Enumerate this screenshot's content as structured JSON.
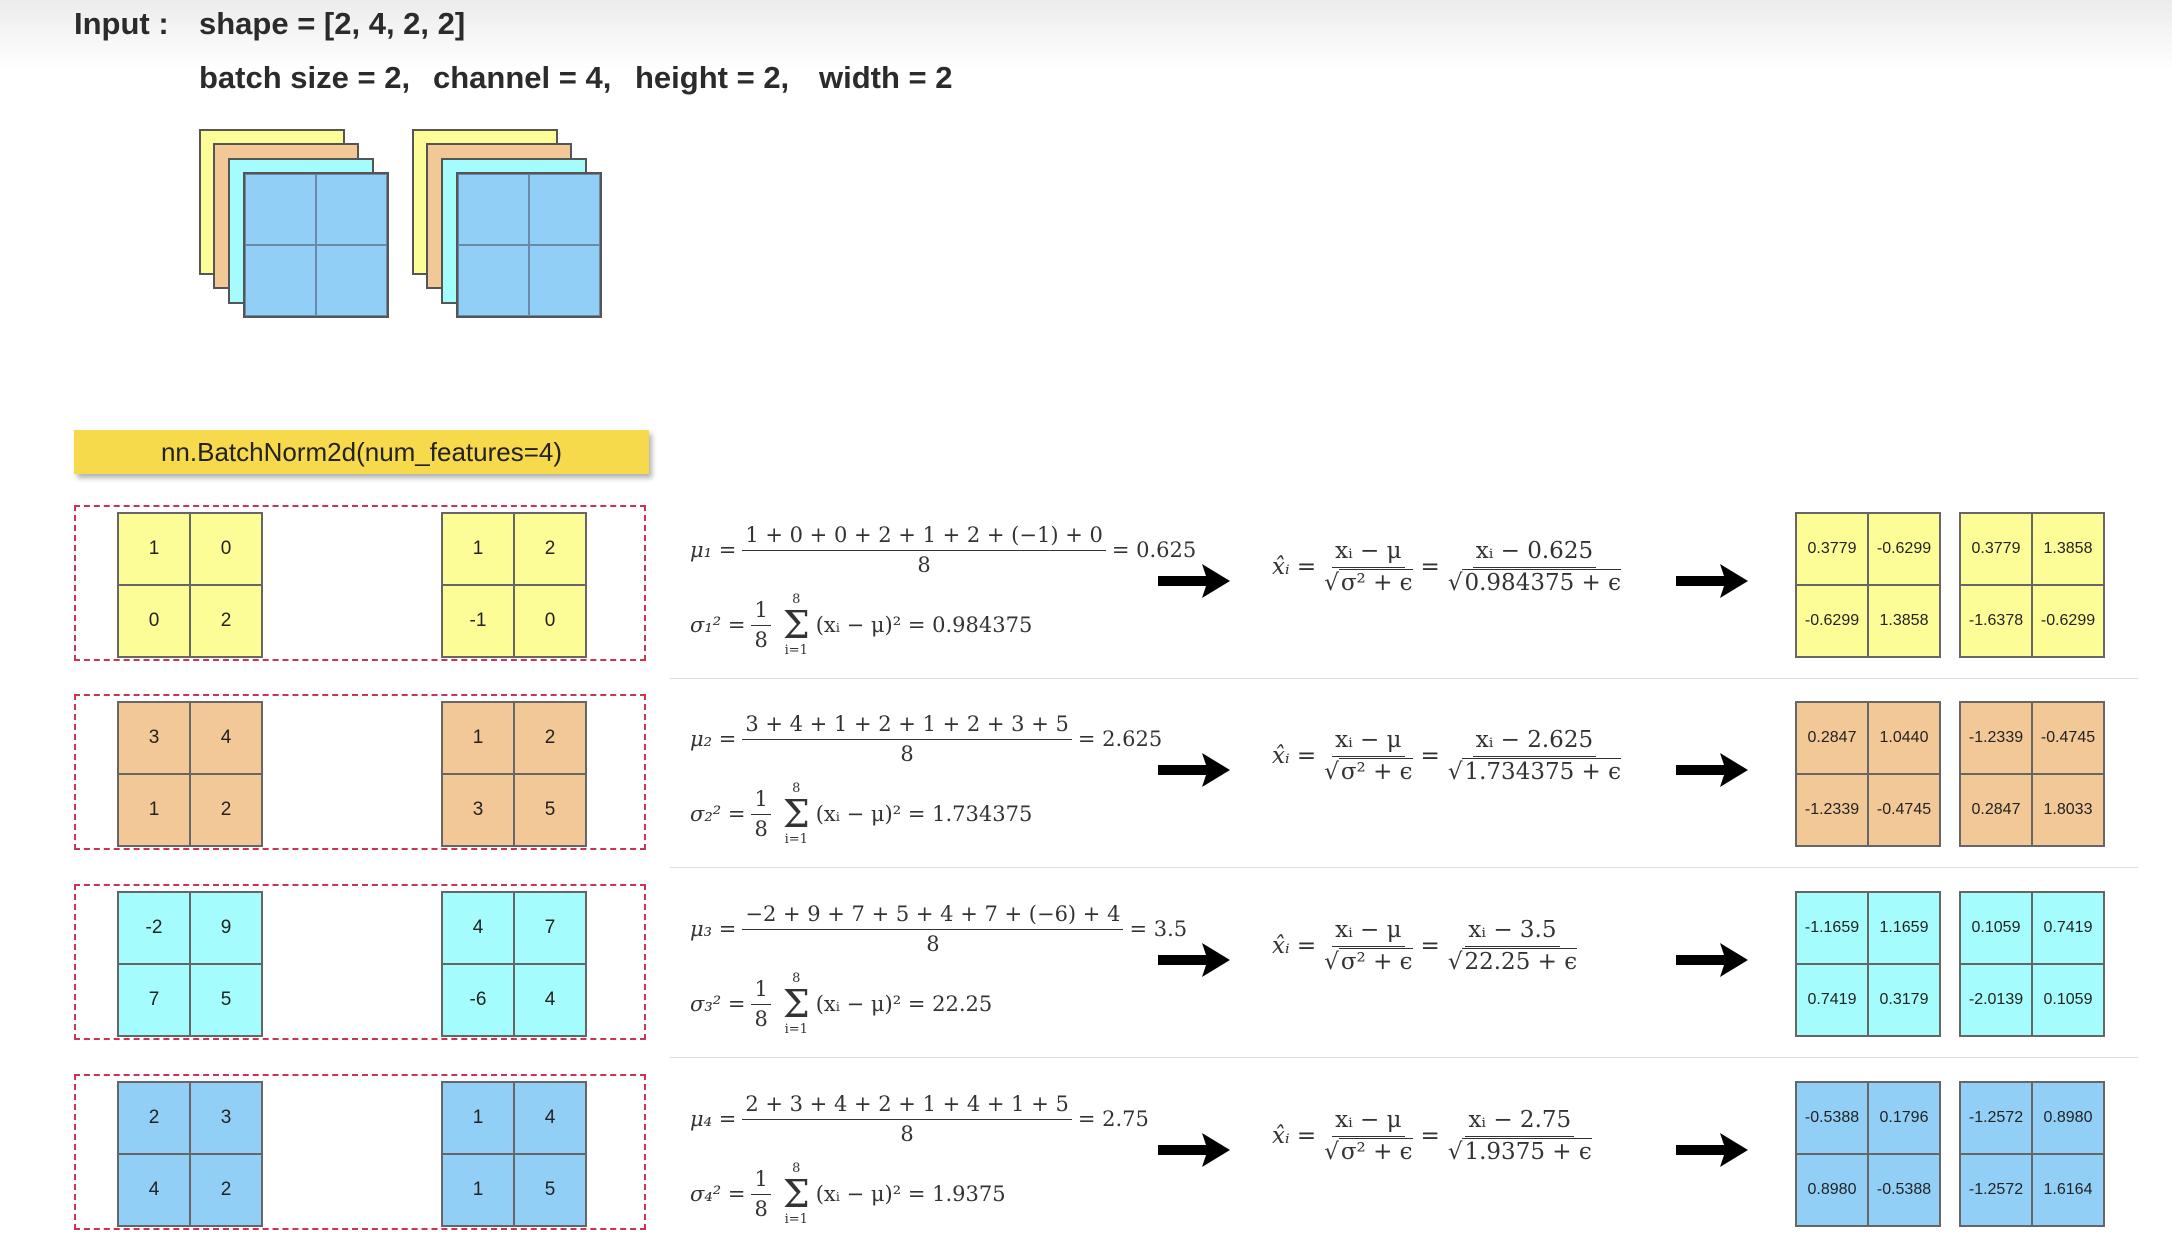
{
  "header": {
    "input_label": "Input :",
    "shape_text": "shape = [2, 4, 2, 2]",
    "dims": [
      "batch size = 2,",
      "channel = 4,",
      "height = 2,",
      "width = 2"
    ]
  },
  "colors": {
    "channel1": "#fdfd98",
    "channel2": "#f2c996",
    "channel3": "#a4fcfc",
    "channel4": "#92cff6",
    "bn_label_bg": "#f7d94c",
    "dashed_border": "#cc3355"
  },
  "layer_label": "nn.BatchNorm2d(num_features=4)",
  "icons": {
    "arrow": "right-arrow-icon"
  },
  "rows": [
    {
      "sample1": [
        "1",
        "0",
        "0",
        "2"
      ],
      "sample2": [
        "1",
        "2",
        "-1",
        "0"
      ],
      "mu_lhs": "μ₁ =",
      "mu_num": "1 + 0 + 0 + 2 + 1 + 2 + (−1) + 0",
      "mu_den": "8",
      "mu_result": "= 0.625",
      "sigma_lhs": "σ₁² =",
      "sum_top": "8",
      "sum_bottom": "i=1",
      "sigma_expr": "(xᵢ − μ)² = 0.984375",
      "norm_num": "xᵢ − 0.625",
      "norm_den": "0.984375 + ϵ",
      "out1": [
        "0.3779",
        "-0.6299",
        "-0.6299",
        "1.3858"
      ],
      "out2": [
        "0.3779",
        "1.3858",
        "-1.6378",
        "-0.6299"
      ]
    },
    {
      "sample1": [
        "3",
        "4",
        "1",
        "2"
      ],
      "sample2": [
        "1",
        "2",
        "3",
        "5"
      ],
      "mu_lhs": "μ₂ =",
      "mu_num": "3 + 4 + 1 + 2 + 1 + 2 + 3 + 5",
      "mu_den": "8",
      "mu_result": "= 2.625",
      "sigma_lhs": "σ₂² =",
      "sum_top": "8",
      "sum_bottom": "i=1",
      "sigma_expr": "(xᵢ − μ)² = 1.734375",
      "norm_num": "xᵢ − 2.625",
      "norm_den": "1.734375 + ϵ",
      "out1": [
        "0.2847",
        "1.0440",
        "-1.2339",
        "-0.4745"
      ],
      "out2": [
        "-1.2339",
        "-0.4745",
        "0.2847",
        "1.8033"
      ]
    },
    {
      "sample1": [
        "-2",
        "9",
        "7",
        "5"
      ],
      "sample2": [
        "4",
        "7",
        "-6",
        "4"
      ],
      "mu_lhs": "μ₃ =",
      "mu_num": "−2 + 9 + 7 + 5 + 4 + 7 + (−6) + 4",
      "mu_den": "8",
      "mu_result": "= 3.5",
      "sigma_lhs": "σ₃² =",
      "sum_top": "8",
      "sum_bottom": "i=1",
      "sigma_expr": "(xᵢ − μ)² = 22.25",
      "norm_num": "xᵢ − 3.5",
      "norm_den": "22.25 + ϵ",
      "out1": [
        "-1.1659",
        "1.1659",
        "0.7419",
        "0.3179"
      ],
      "out2": [
        "0.1059",
        "0.7419",
        "-2.0139",
        "0.1059"
      ]
    },
    {
      "sample1": [
        "2",
        "3",
        "4",
        "2"
      ],
      "sample2": [
        "1",
        "4",
        "1",
        "5"
      ],
      "mu_lhs": "μ₄ =",
      "mu_num": "2 + 3 + 4 + 2 + 1 + 4 + 1 + 5",
      "mu_den": "8",
      "mu_result": "= 2.75",
      "sigma_lhs": "σ₄² =",
      "sum_top": "8",
      "sum_bottom": "i=1",
      "sigma_expr": "(xᵢ − μ)² = 1.9375",
      "norm_num": "xᵢ − 2.75",
      "norm_den": "1.9375 + ϵ",
      "out1": [
        "-0.5388",
        "0.1796",
        "0.8980",
        "-0.5388"
      ],
      "out2": [
        "-1.2572",
        "0.8980",
        "-1.2572",
        "1.6164"
      ]
    }
  ],
  "formula": {
    "xhat": "x̂ᵢ =",
    "generic_num": "xᵢ − μ",
    "generic_den": "σ² + ϵ",
    "equals": "=",
    "one": "1",
    "eight": "8",
    "sqrt_sign": "√",
    "sum_symbol": "Σ"
  }
}
